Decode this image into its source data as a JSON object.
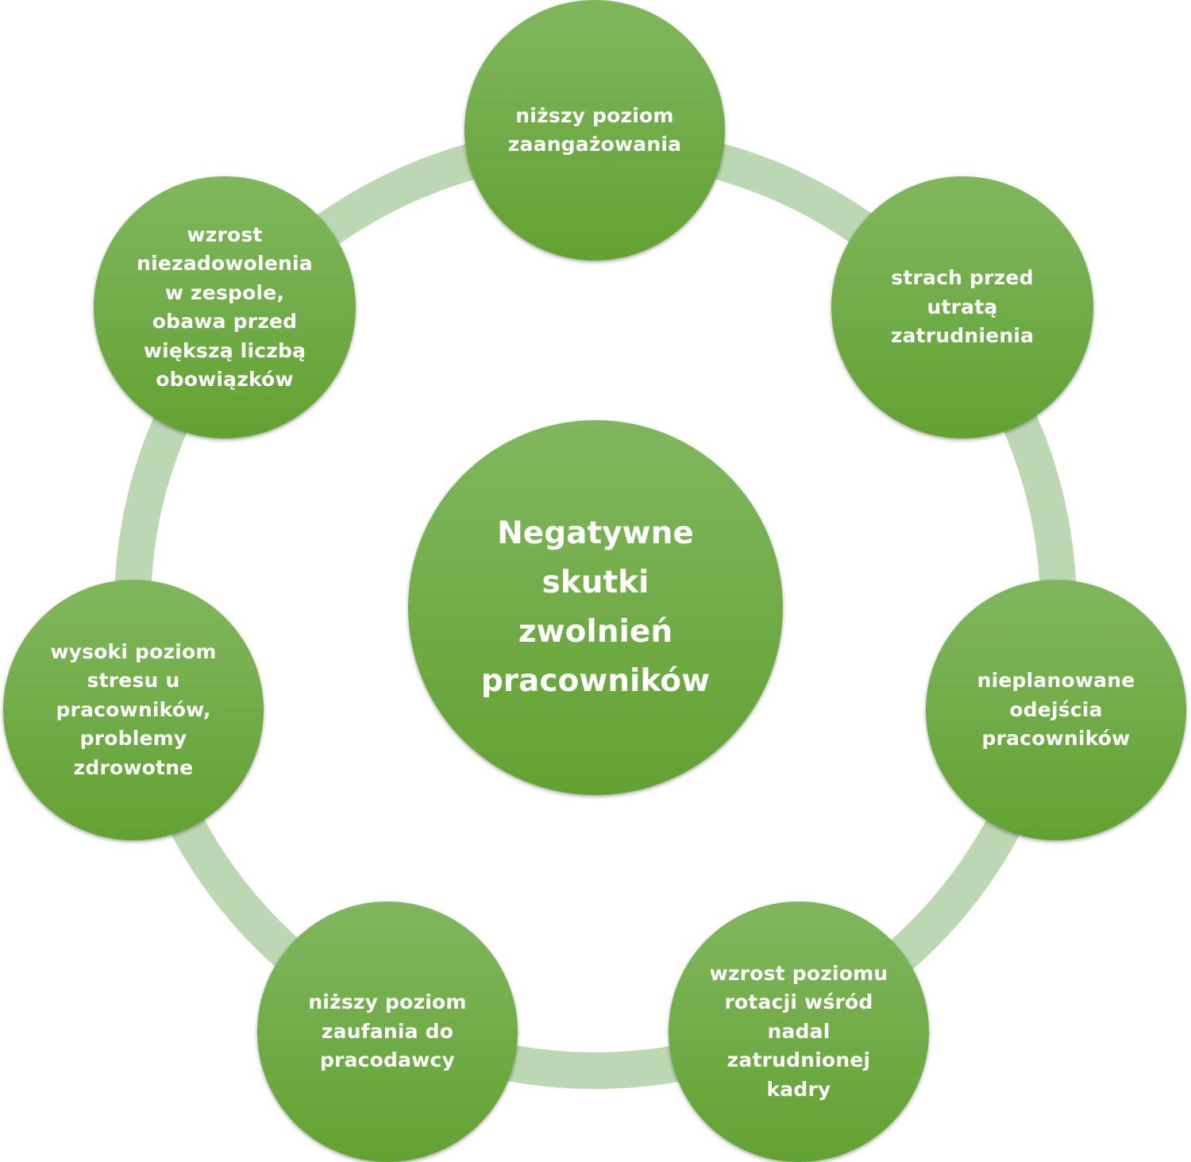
{
  "colors": {
    "node_top": "#80b75e",
    "node_bottom": "#62a232",
    "ring": "#bcd8b2",
    "text": "#ffffff",
    "background": "#ffffff"
  },
  "center": {
    "label": "Negatywne\nskutki\nzwolnień\npracowników"
  },
  "nodes": [
    {
      "label": "niższy poziom\nzaangażowania"
    },
    {
      "label": "strach przed\nutratą\nzatrudnienia"
    },
    {
      "label": "nieplanowane\nodejścia\npracowników"
    },
    {
      "label": "wzrost poziomu\nrotacji wśród\nnadal\nzatrudnionej\nkadry"
    },
    {
      "label": "niższy poziom\nzaufania do\npracodawcy"
    },
    {
      "label": "wysoki poziom\nstresu u\npracowników,\nproblemy\nzdrowotne"
    },
    {
      "label": "wzrost\nniezadowolenia\nw zespole,\nobawa przed\nwiększą liczbą\nobowiązków"
    }
  ]
}
